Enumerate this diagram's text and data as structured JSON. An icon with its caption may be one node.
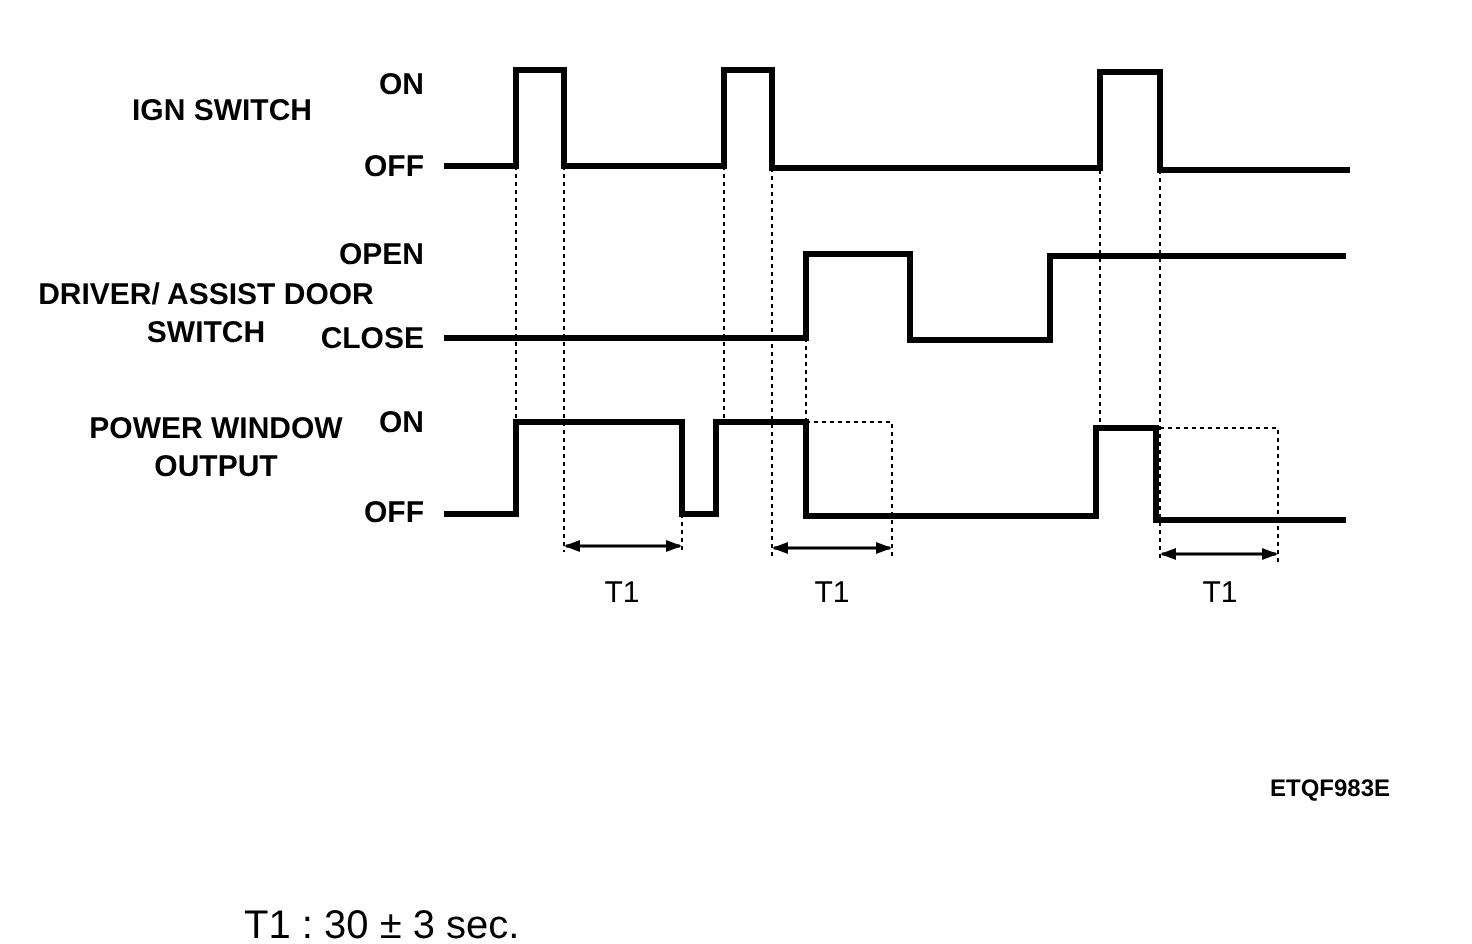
{
  "diagram": {
    "caption": "T1 : 30 ± 3 sec.",
    "labels": [
      "IGN SWITCH",
      "ON",
      "OFF",
      "DRIVER/ ASSIST DOOR SWITCH",
      "OPEN",
      "CLOSE",
      "POWER WINDOW OUTPUT",
      "ON",
      "OFF",
      "T1",
      "T1",
      "T1",
      "ETQF983E"
    ]
  }
}
